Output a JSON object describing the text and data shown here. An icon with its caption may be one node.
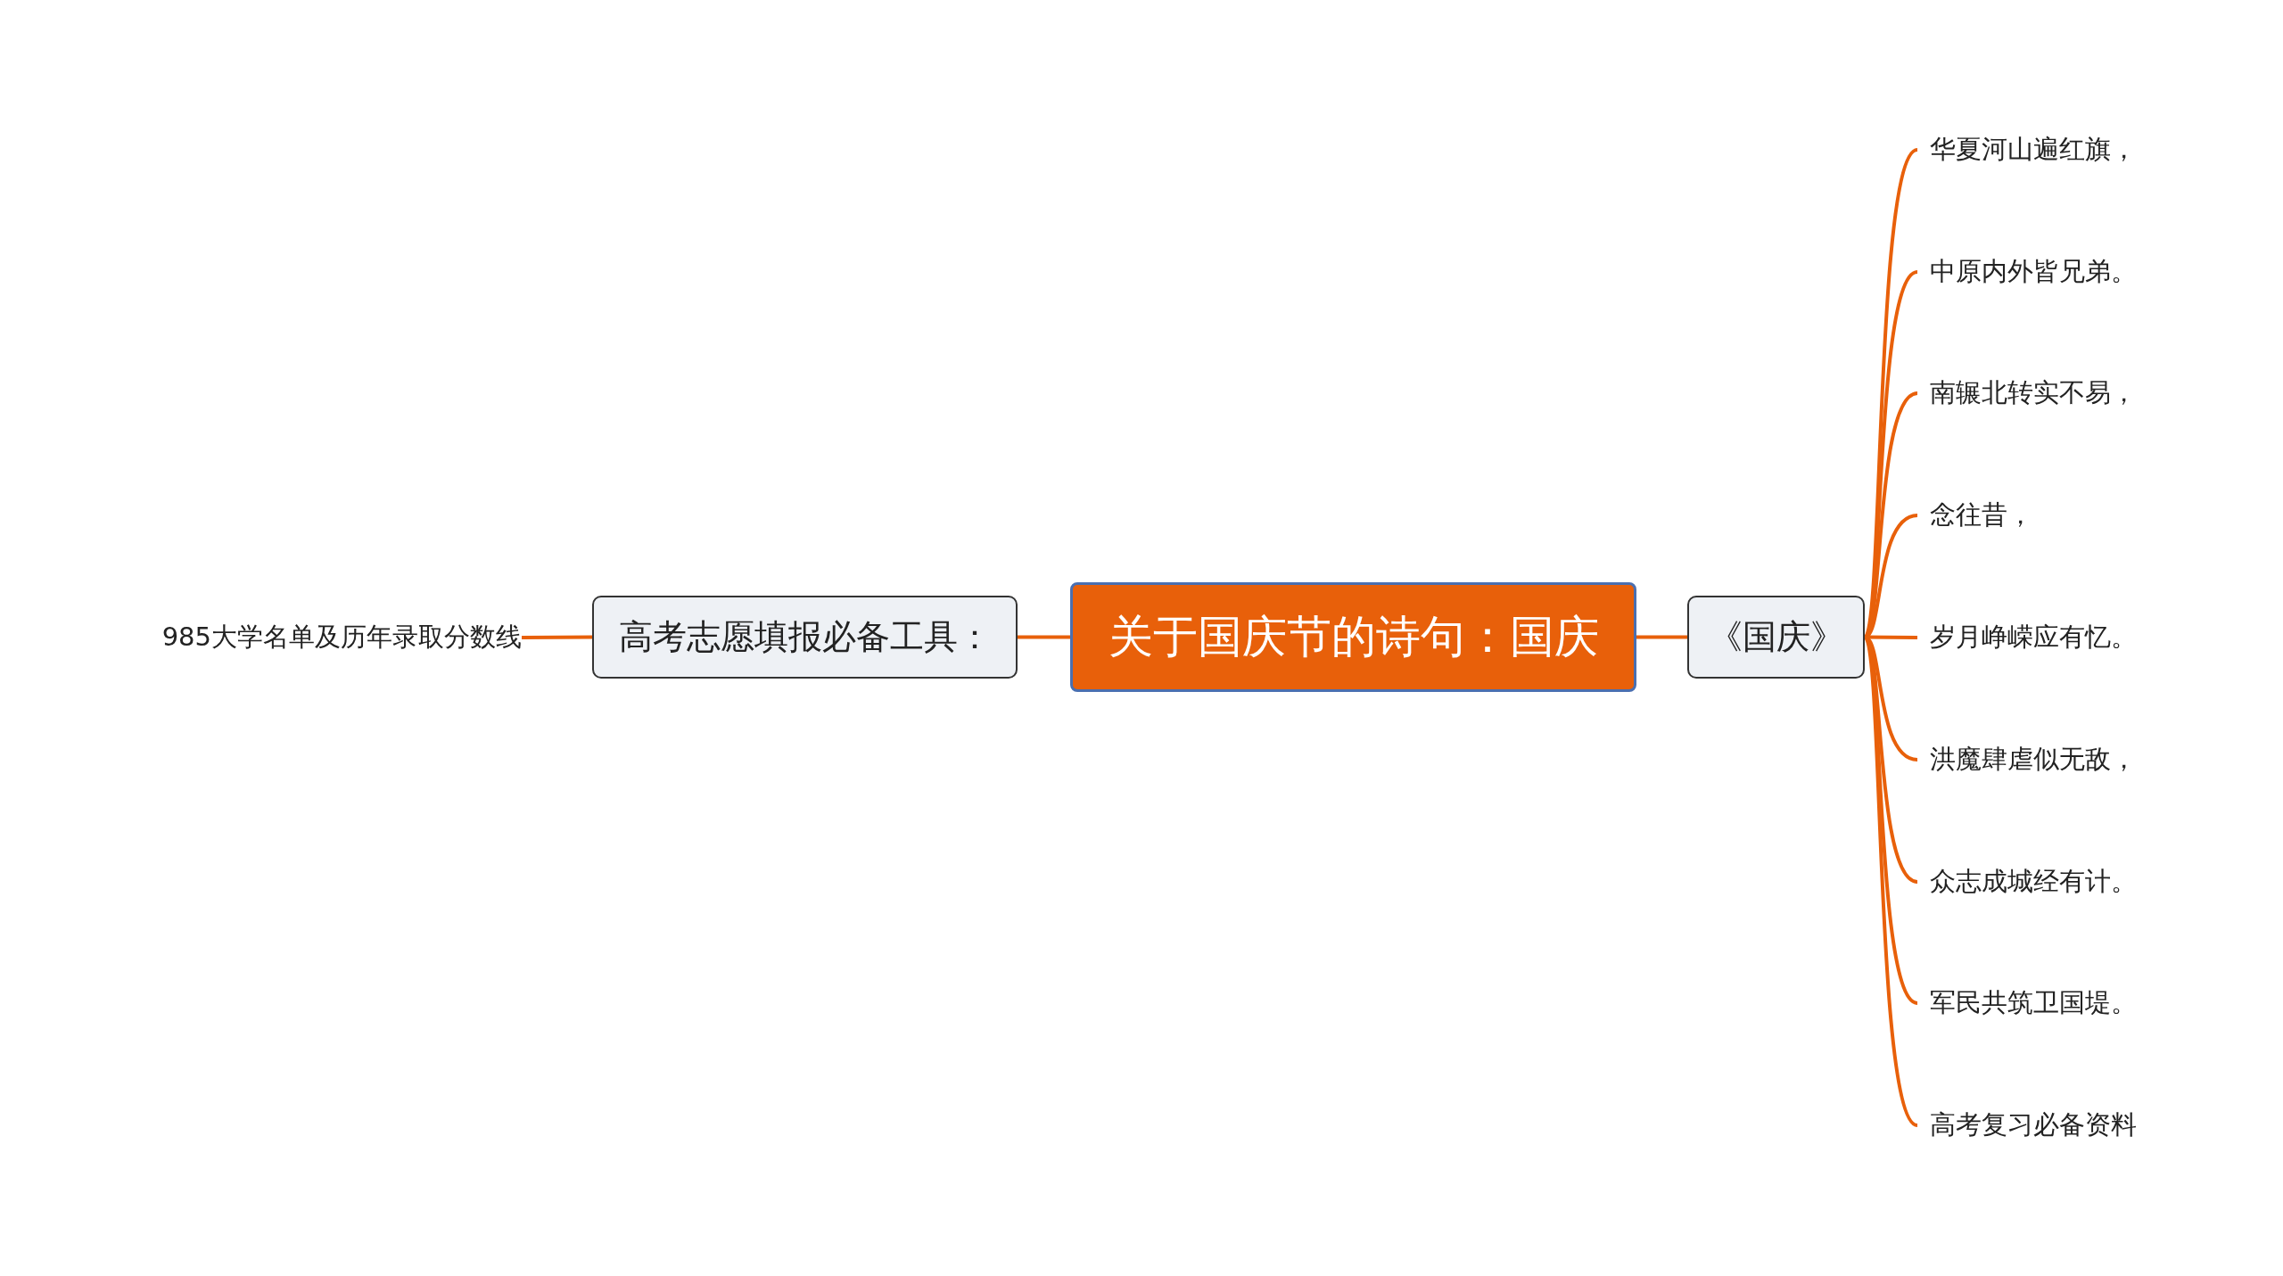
{
  "diagram": {
    "nodes": [
      {
        "text": [
          "关于国庆节的诗句：国庆"
        ]
      },
      {
        "text": [
          "高考志愿填报必备工具："
        ]
      },
      {
        "text": [
          "985大学名单及历年录取分数线"
        ]
      },
      {
        "text": [
          "《国庆》"
        ]
      },
      {
        "text": [
          "华夏河山遍红旗，"
        ]
      },
      {
        "text": [
          "中原内外皆兄弟。"
        ]
      },
      {
        "text": [
          "南辗北转实不易，"
        ]
      },
      {
        "text": [
          "念往昔，"
        ]
      },
      {
        "text": [
          "岁月峥嵘应有忆。"
        ]
      },
      {
        "text": [
          "洪魔肆虐似无敌，"
        ]
      },
      {
        "text": [
          "众志成城经有计。"
        ]
      },
      {
        "text": [
          "军民共筑卫国堤。"
        ]
      },
      {
        "text": [
          "高考复习必备资料"
        ]
      }
    ],
    "edges": [
      {
        "from": 0,
        "to": 1,
        "arrow": "none"
      },
      {
        "from": 1,
        "to": 2,
        "arrow": "none"
      },
      {
        "from": 0,
        "to": 3,
        "arrow": "none"
      },
      {
        "from": 3,
        "to": 4,
        "arrow": "none"
      },
      {
        "from": 3,
        "to": 5,
        "arrow": "none"
      },
      {
        "from": 3,
        "to": 6,
        "arrow": "none"
      },
      {
        "from": 3,
        "to": 7,
        "arrow": "none"
      },
      {
        "from": 3,
        "to": 8,
        "arrow": "none"
      },
      {
        "from": 3,
        "to": 9,
        "arrow": "none"
      },
      {
        "from": 3,
        "to": 10,
        "arrow": "none"
      },
      {
        "from": 3,
        "to": 11,
        "arrow": "none"
      },
      {
        "from": 3,
        "to": 12,
        "arrow": "none"
      }
    ]
  }
}
